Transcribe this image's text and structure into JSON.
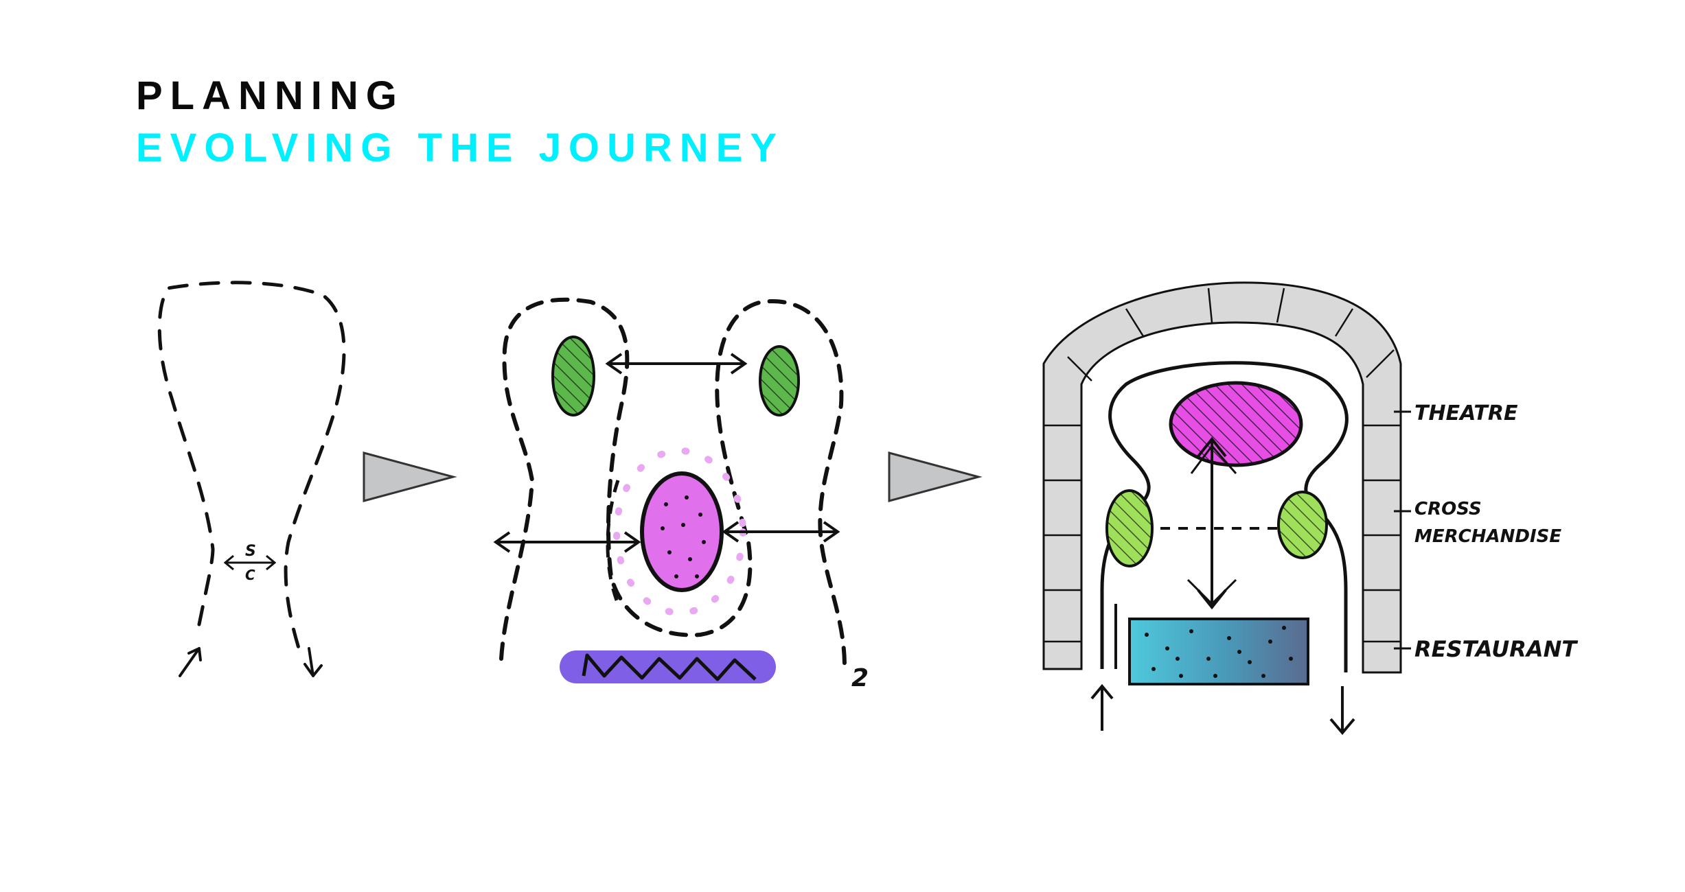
{
  "header": {
    "title": "PLANNING",
    "subtitle": "EVOLVING THE JOURNEY",
    "subtitle_color": "#00f0ff"
  },
  "sketch1": {
    "label_top": "S",
    "label_bottom": "C"
  },
  "sketch2": {
    "number": "2"
  },
  "sketch3": {
    "labels": {
      "theatre": "THEATRE",
      "cross_line1": "CROSS",
      "cross_line2": "MERCHANDISE",
      "restaurant": "RESTAURANT"
    }
  },
  "colors": {
    "ink": "#111111",
    "arrow_fill": "#c4c6c8",
    "green": "#5cb84a",
    "light_green": "#9fe05a",
    "magenta": "#e64ee6",
    "pink_dots": "#e9a8f2",
    "purple_band": "#7f5fe6",
    "wall": "#d9d9d9",
    "restaurant_a": "#4fc3d9",
    "restaurant_b": "#5a6b8f"
  },
  "icons": [
    "journey-loop-icon",
    "progression-arrow-icon",
    "building-wall-icon"
  ]
}
